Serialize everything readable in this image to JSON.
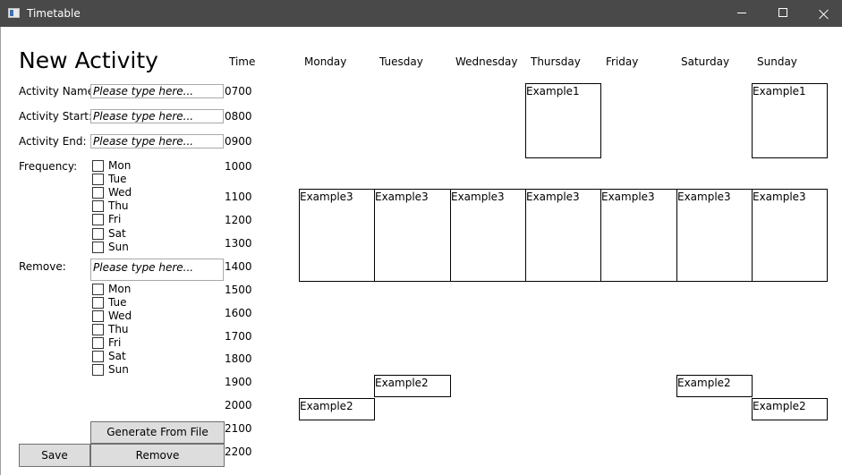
{
  "window": {
    "title": "Timetable"
  },
  "form": {
    "heading": "New Activity",
    "name_label": "Activity Name:",
    "start_label": "Activity Start:",
    "end_label": "Activity End:",
    "frequency_label": "Frequency:",
    "remove_label": "Remove:",
    "placeholder": "Please type here...",
    "days": [
      "Mon",
      "Tue",
      "Wed",
      "Thu",
      "Fri",
      "Sat",
      "Sun"
    ]
  },
  "buttons": {
    "generate": "Generate From File",
    "save": "Save",
    "remove": "Remove"
  },
  "grid": {
    "time_header": "Time",
    "days": [
      "Monday",
      "Tuesday",
      "Wednesday",
      "Thursday",
      "Friday",
      "Saturday",
      "Sunday"
    ],
    "times": [
      "0700",
      "0800",
      "0900",
      "1000",
      "1100",
      "1200",
      "1300",
      "1400",
      "1500",
      "1600",
      "1700",
      "1800",
      "1900",
      "2000",
      "2100",
      "2200"
    ]
  },
  "activities": [
    {
      "label": "Example1",
      "day": "Thursday",
      "start": "0700",
      "end": "1000"
    },
    {
      "label": "Example1",
      "day": "Sunday",
      "start": "0700",
      "end": "1000"
    },
    {
      "label": "Example3",
      "day": "Monday",
      "start": "1100",
      "end": "1500"
    },
    {
      "label": "Example3",
      "day": "Tuesday",
      "start": "1100",
      "end": "1500"
    },
    {
      "label": "Example3",
      "day": "Wednesday",
      "start": "1100",
      "end": "1500"
    },
    {
      "label": "Example3",
      "day": "Thursday",
      "start": "1100",
      "end": "1500"
    },
    {
      "label": "Example3",
      "day": "Friday",
      "start": "1100",
      "end": "1500"
    },
    {
      "label": "Example3",
      "day": "Saturday",
      "start": "1100",
      "end": "1500"
    },
    {
      "label": "Example3",
      "day": "Sunday",
      "start": "1100",
      "end": "1500"
    },
    {
      "label": "Example2",
      "day": "Tuesday",
      "start": "1900",
      "end": "2000"
    },
    {
      "label": "Example2",
      "day": "Saturday",
      "start": "1900",
      "end": "2000"
    },
    {
      "label": "Example2",
      "day": "Monday",
      "start": "2000",
      "end": "2100"
    },
    {
      "label": "Example2",
      "day": "Sunday",
      "start": "2000",
      "end": "2100"
    }
  ]
}
